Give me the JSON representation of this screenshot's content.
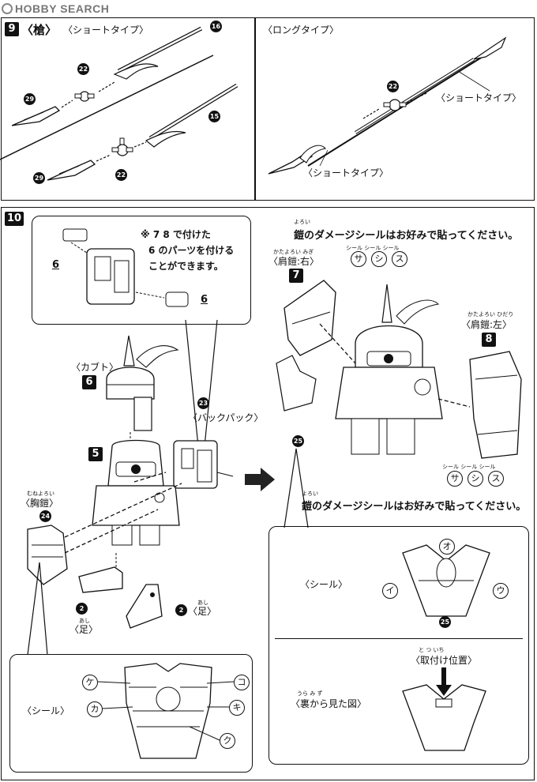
{
  "header": {
    "logo_text": "HOBBY SEARCH"
  },
  "step9": {
    "number": "9",
    "title": "〈槍〉",
    "short_type": "〈ショートタイプ〉",
    "long_type": "〈ロングタイプ〉",
    "short_type_a": "〈ショートタイプ〉",
    "short_type_b": "〈ショートタイプ〉",
    "parts": [
      "16",
      "22",
      "29",
      "15",
      "29",
      "22",
      "22"
    ]
  },
  "step10": {
    "number": "10",
    "note_line1": "※ 7 8 で付けた",
    "note_line2": "6 のパーツを付ける",
    "note_line3": "ことができます。",
    "part6_a": "6",
    "part6_b": "6",
    "kabuto": "〈カブト〉",
    "kabuto_num": "6",
    "backpack_num": "23",
    "backpack": "〈バックパック〉",
    "body_num": "5",
    "munayoroi_ruby": "むねよろい",
    "munayoroi": "〈胸鎧〉",
    "munayoroi_num": "24",
    "ashi_num_a": "2",
    "ashi_ruby_a": "あし",
    "ashi_a": "〈足〉",
    "ashi_num_b": "2",
    "ashi_ruby_b": "あし",
    "ashi_b": "〈足〉",
    "seal_label": "〈シール〉",
    "seal_marks": [
      "ケ",
      "コ",
      "カ",
      "キ",
      "ク"
    ]
  },
  "step10_right": {
    "damage_note_top": "鎧のダメージシールはお好みで貼ってください。",
    "yoroi_ruby": "よろい",
    "katayoroi_right": "〈肩鎧:右〉",
    "katayoroi_right_ruby": "かたよろい みぎ",
    "num7": "7",
    "seal_header_a": "シール シール シール",
    "seal_a": [
      "サ",
      "シ",
      "ス"
    ],
    "katayoroi_left": "〈肩鎧:左〉",
    "katayoroi_left_ruby": "かたよろい ひだり",
    "num8": "8",
    "num25": "25",
    "seal_header_b": "シール シール シール",
    "seal_b": [
      "サ",
      "シ",
      "ス"
    ],
    "damage_note_bottom": "鎧のダメージシールはお好みで貼ってください。",
    "seal_label": "〈シール〉",
    "seal_marks": [
      "オ",
      "イ",
      "ウ"
    ],
    "seal_num": "25",
    "attach_pos": "〈取付け位置〉",
    "attach_ruby": "と つ  いち",
    "back_view": "〈裏から見た図〉",
    "back_view_ruby": "うら    み   ず"
  }
}
